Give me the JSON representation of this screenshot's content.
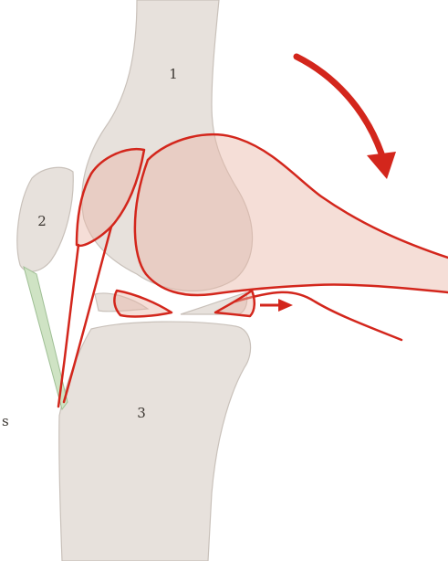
{
  "labels": {
    "bone_1": "1",
    "bone_2": "2",
    "bone_3": "3",
    "edge_fragment": "s"
  },
  "colors": {
    "bone_fill": "#e7e1dc",
    "bone_stroke": "#c9c1ba",
    "highlight_stroke": "#d3261c",
    "highlight_fill": "#e9b6a6",
    "tendon_fill": "#cfe3c4",
    "tendon_stroke": "#9fbf95",
    "arrow": "#d3261c"
  },
  "icons": {
    "rotation_arrow": "curved-arrow-icon",
    "shift_arrow": "right-arrow-icon"
  }
}
